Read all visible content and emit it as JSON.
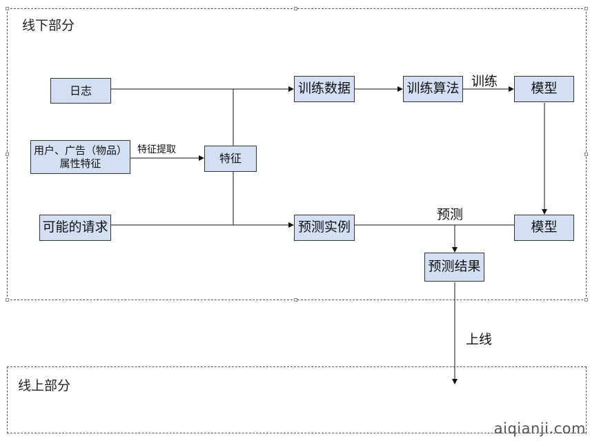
{
  "regions": {
    "offline": {
      "title": "线下部分"
    },
    "online": {
      "title": "线上部分"
    }
  },
  "nodes": {
    "logs": "日志",
    "attributes_line1": "用户、广告（物品）",
    "attributes_line2": "属性特征",
    "possible_requests": "可能的请求",
    "features": "特征",
    "training_data": "训练数据",
    "training_algorithm": "训练算法",
    "model_top": "模型",
    "model_bottom": "模型",
    "prediction_instances": "预测实例",
    "prediction_results": "预测结果"
  },
  "edge_labels": {
    "feature_extraction": "特征提取",
    "train": "训练",
    "predict": "预测",
    "go_online": "上线"
  },
  "watermark": "aiqianji.com"
}
